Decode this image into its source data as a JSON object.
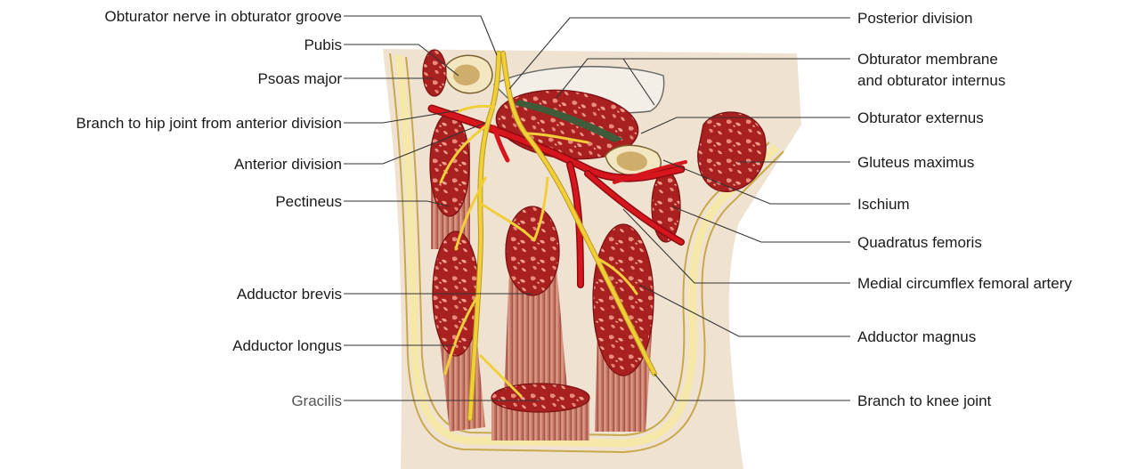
{
  "labels_left": [
    {
      "id": "obturator-nerve",
      "text": "Obturator nerve in obturator groove"
    },
    {
      "id": "pubis",
      "text": "Pubis"
    },
    {
      "id": "psoas-major",
      "text": "Psoas major"
    },
    {
      "id": "branch-hip",
      "text": "Branch to hip joint from anterior division"
    },
    {
      "id": "anterior-division",
      "text": "Anterior division"
    },
    {
      "id": "pectineus",
      "text": "Pectineus"
    },
    {
      "id": "adductor-brevis",
      "text": "Adductor brevis"
    },
    {
      "id": "adductor-longus",
      "text": "Adductor longus"
    },
    {
      "id": "gracilis",
      "text": "Gracilis"
    }
  ],
  "labels_right": [
    {
      "id": "posterior-division",
      "text": "Posterior division"
    },
    {
      "id": "obturator-membrane",
      "text": "Obturator membrane"
    },
    {
      "id": "obturator-internus",
      "text": "and obturator internus"
    },
    {
      "id": "obturator-externus",
      "text": "Obturator externus"
    },
    {
      "id": "gluteus-maximus",
      "text": "Gluteus maximus"
    },
    {
      "id": "ischium",
      "text": "Ischium"
    },
    {
      "id": "quadratus-femoris",
      "text": "Quadratus femoris"
    },
    {
      "id": "medial-circumflex",
      "text": "Medial circumflex femoral artery"
    },
    {
      "id": "adductor-magnus",
      "text": "Adductor magnus"
    },
    {
      "id": "branch-knee",
      "text": "Branch to knee joint"
    }
  ],
  "colors": {
    "muscle": "#b3272a",
    "muscle_dark": "#8a1518",
    "muscle_light": "#e07b6e",
    "nerve": "#f0cf3a",
    "nerve_edge": "#b89a1e",
    "artery": "#d7151c",
    "fascia": "#f6e8a8",
    "bone": "#d9b878",
    "skin": "#ecd8c2",
    "leader": "#333333"
  }
}
